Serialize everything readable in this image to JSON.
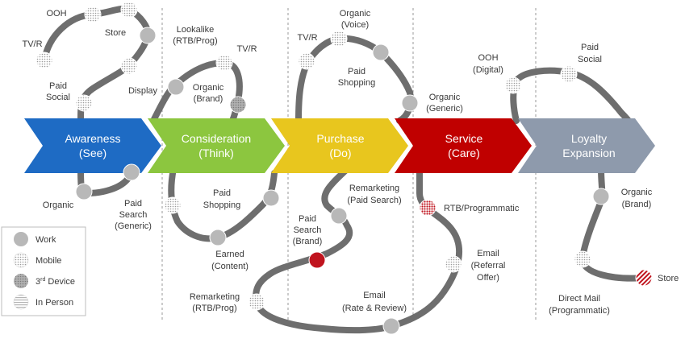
{
  "stages": [
    {
      "line1": "Awareness",
      "line2": "(See)",
      "color": "#1e6bc4"
    },
    {
      "line1": "Consideration",
      "line2": "(Think)",
      "color": "#8cc63f"
    },
    {
      "line1": "Purchase",
      "line2": "(Do)",
      "color": "#e8c61e"
    },
    {
      "line1": "Service",
      "line2": "(Care)",
      "color": "#c00000"
    },
    {
      "line1": "Loyalty",
      "line2": "Expansion",
      "color": "#8e9aac"
    }
  ],
  "touchpoints": {
    "ooh": "OOH",
    "tv_r_1": "TV/R",
    "store_1": "Store",
    "paid_social_1": [
      "Paid",
      "Social"
    ],
    "display": "Display",
    "organic_1": "Organic",
    "paid_search_generic": [
      "Paid",
      "Search",
      "(Generic)"
    ],
    "lookalike": [
      "Lookalike",
      "(RTB/Prog)"
    ],
    "tv_r_2": "TV/R",
    "organic_brand_1": [
      "Organic",
      "(Brand)"
    ],
    "paid_shopping_1": [
      "Paid",
      "Shopping"
    ],
    "earned_content": [
      "Earned",
      "(Content)"
    ],
    "remarketing_rtb": [
      "Remarketing",
      "(RTB/Prog)"
    ],
    "tv_r_3": "TV/R",
    "organic_voice": [
      "Organic",
      "(Voice)"
    ],
    "paid_shopping_2": [
      "Paid",
      "Shopping"
    ],
    "organic_generic": [
      "Organic",
      "(Generic)"
    ],
    "remarketing_paid_search": [
      "Remarketing",
      "(Paid Search)"
    ],
    "paid_search_brand": [
      "Paid",
      "Search",
      "(Brand)"
    ],
    "email_rate_review": [
      "Email",
      "(Rate & Review)"
    ],
    "rtb_programmatic": "RTB/Programmatic",
    "email_referral": [
      "Email",
      "(Referral",
      "Offer)"
    ],
    "ooh_digital": [
      "OOH",
      "(Digital)"
    ],
    "paid_social_2": [
      "Paid",
      "Social"
    ],
    "organic_brand_2": [
      "Organic",
      "(Brand)"
    ],
    "store_2": "Store",
    "direct_mail": [
      "Direct Mail",
      "(Programmatic)"
    ]
  },
  "legend": {
    "work": "Work",
    "mobile": "Mobile",
    "device_prefix": "3",
    "device_sup": "rd",
    "device_suffix": " Device",
    "in_person": "In Person"
  },
  "colors": {
    "path": "#6e6e6e",
    "work_dot": "#b8b8b8",
    "device_dot": "#9a9a9a",
    "highlight": "#c0141e"
  }
}
